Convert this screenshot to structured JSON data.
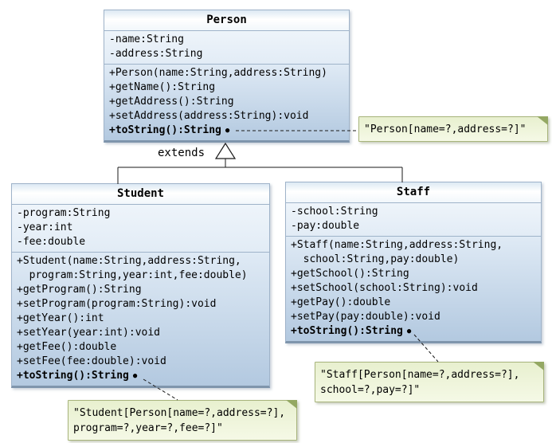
{
  "relation": {
    "label": "extends"
  },
  "colors": {
    "box_border": "#9fb3c9",
    "box_border_dark": "#7f95ac",
    "title_top": "#dde9f3",
    "attrs_top": "#eef4fa",
    "attrs_bottom": "#e2ecf6",
    "methods_top": "#dfeaf5",
    "methods_bottom": "#b3c9e0",
    "note_border": "#a8b47c",
    "note_top": "#e8f0cf",
    "note_bottom": "#f5f9e6",
    "note_fold": "#94a863",
    "line": "#1a1a1a"
  },
  "classes": [
    {
      "name": "Person",
      "attributes": [
        "-name:String",
        "-address:String"
      ],
      "methods": [
        {
          "text": "+Person(name:String,address:String)"
        },
        {
          "text": "+getName():String"
        },
        {
          "text": "+getAddress():String"
        },
        {
          "text": "+setAddress(address:String):void"
        },
        {
          "text": "+toString():String",
          "bold": true,
          "bullet": true
        }
      ]
    },
    {
      "name": "Student",
      "attributes": [
        "-program:String",
        "-year:int",
        "-fee:double"
      ],
      "methods": [
        {
          "text": "+Student(name:String,address:String,"
        },
        {
          "text": "  program:String,year:int,fee:double)"
        },
        {
          "text": "+getProgram():String"
        },
        {
          "text": "+setProgram(program:String):void"
        },
        {
          "text": "+getYear():int"
        },
        {
          "text": "+setYear(year:int):void"
        },
        {
          "text": "+getFee():double"
        },
        {
          "text": "+setFee(fee:double):void"
        },
        {
          "text": "+toString():String",
          "bold": true,
          "bullet": true
        }
      ]
    },
    {
      "name": "Staff",
      "attributes": [
        "-school:String",
        "-pay:double"
      ],
      "methods": [
        {
          "text": "+Staff(name:String,address:String,"
        },
        {
          "text": "  school:String,pay:double)"
        },
        {
          "text": "+getSchool():String"
        },
        {
          "text": "+setSchool(school:String):void"
        },
        {
          "text": "+getPay():double"
        },
        {
          "text": "+setPay(pay:double):void"
        },
        {
          "text": "+toString():String",
          "bold": true,
          "bullet": true
        }
      ]
    }
  ],
  "notes": [
    {
      "for": "Person",
      "lines": [
        "\"Person[name=?,address=?]\""
      ]
    },
    {
      "for": "Staff",
      "lines": [
        "\"Staff[Person[name=?,address=?],",
        "school=?,pay=?]\""
      ]
    },
    {
      "for": "Student",
      "lines": [
        "\"Student[Person[name=?,address=?],",
        "program=?,year=?,fee=?]\""
      ]
    }
  ]
}
